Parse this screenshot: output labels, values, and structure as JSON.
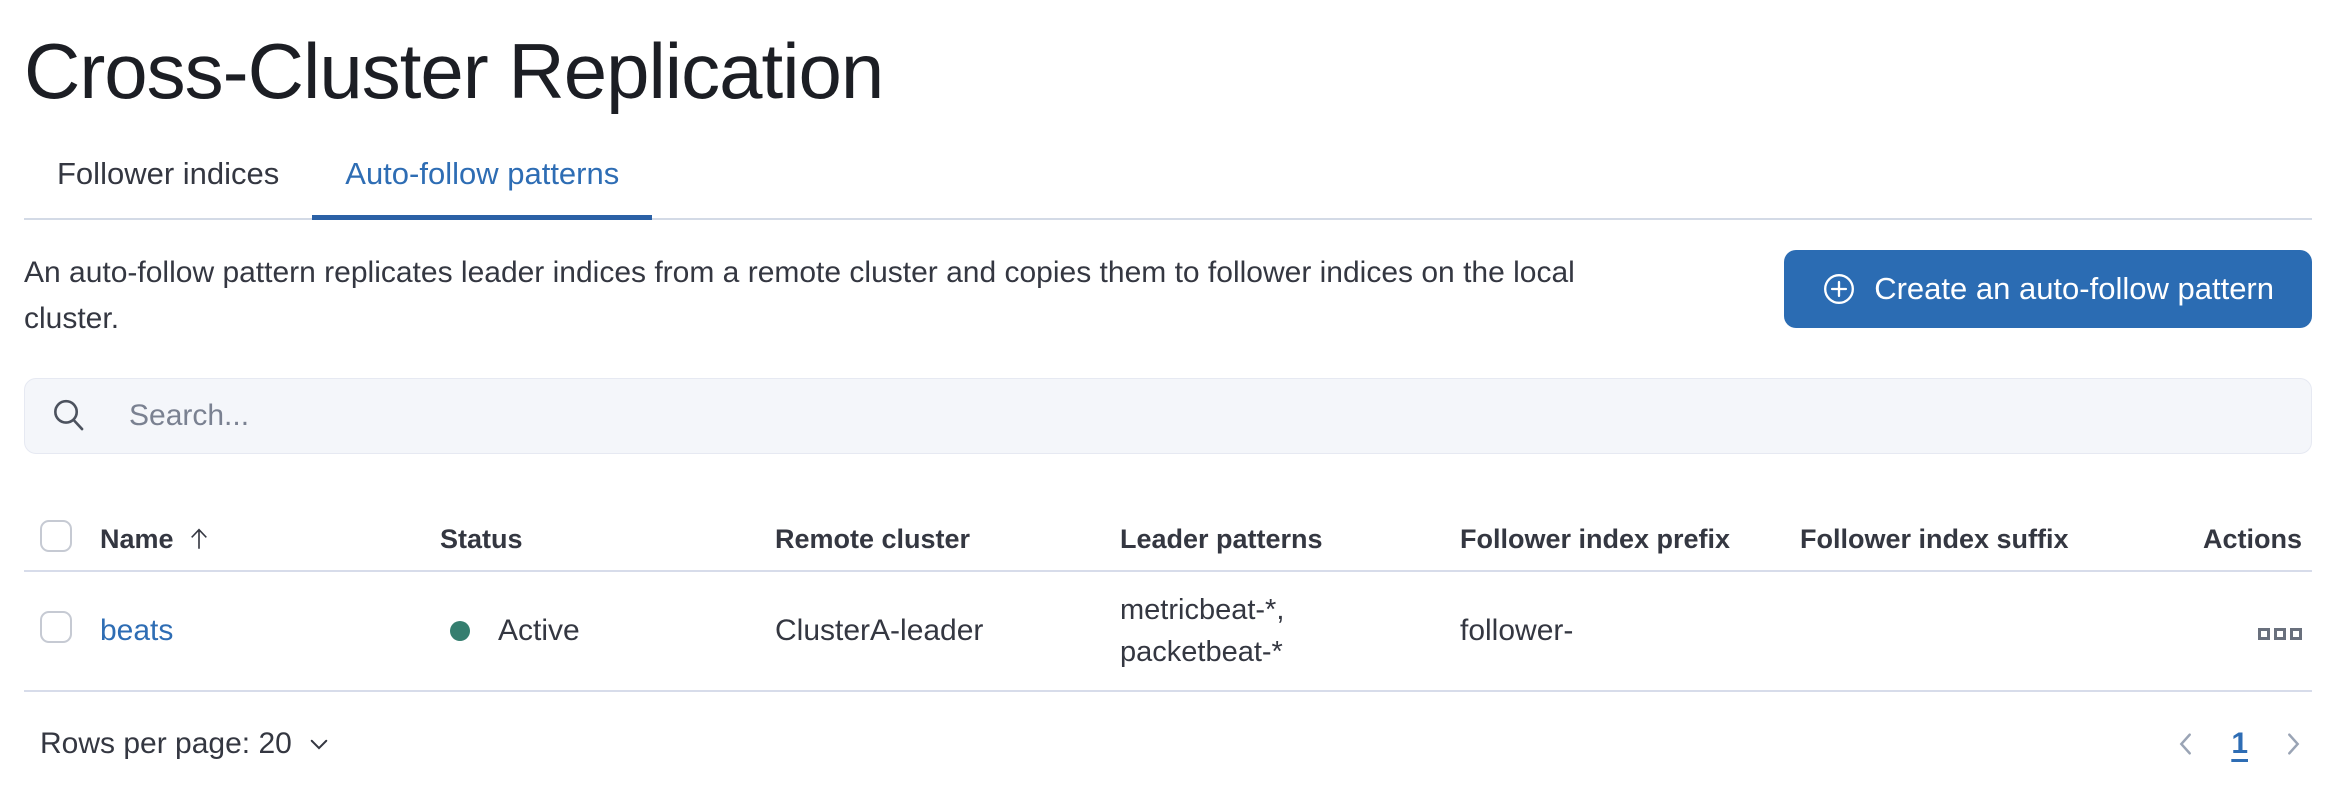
{
  "page": {
    "title": "Cross-Cluster Replication"
  },
  "tabs": [
    {
      "label": "Follower indices"
    },
    {
      "label": "Auto-follow patterns"
    }
  ],
  "intro": {
    "description": "An auto-follow pattern replicates leader indices from a remote cluster and copies them to follower indices on the local cluster.",
    "create_button_label": "Create an auto-follow pattern",
    "create_button_icon": "plus-in-circle-icon"
  },
  "search": {
    "placeholder": "Search...",
    "value": "",
    "icon": "search-icon"
  },
  "table": {
    "columns": [
      "Name",
      "Status",
      "Remote cluster",
      "Leader patterns",
      "Follower index prefix",
      "Follower index suffix",
      "Actions"
    ],
    "sort": {
      "column": "Name",
      "direction": "ascending"
    },
    "rows": [
      {
        "name": "beats",
        "status": "Active",
        "remote_cluster": "ClusterA-leader",
        "leader_patterns_line1": "metricbeat-*,",
        "leader_patterns_line2": "packetbeat-*",
        "follower_index_prefix": "follower-",
        "follower_index_suffix": "",
        "actions_icon": "boxes-horizontal-icon"
      }
    ]
  },
  "footer": {
    "rows_per_page": "Rows per page: 20",
    "pagination": {
      "current_page": "1"
    }
  },
  "colors": {
    "primary_button": "#2b6cb3",
    "link_blue": "#2e6db4",
    "active_tab_underline": "#2b61a6",
    "status_active_dot": "#357e6f",
    "text": "#343741",
    "border": "#d3dae6"
  }
}
